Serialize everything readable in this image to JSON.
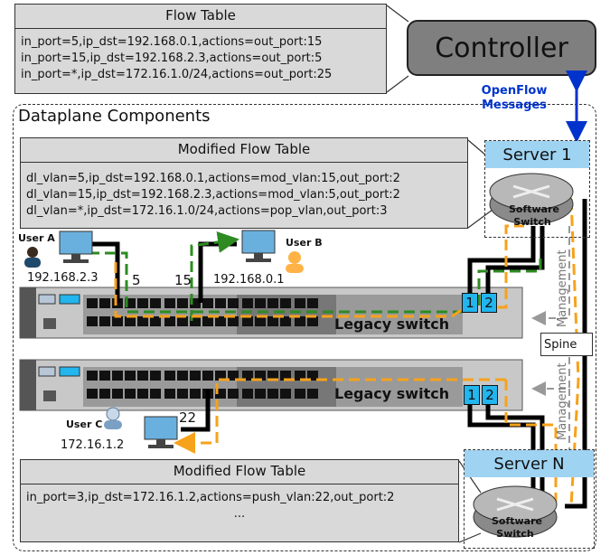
{
  "flow_table": {
    "title": "Flow Table",
    "rules": [
      "in_port=5,ip_dst=192.168.0.1,actions=out_port:15",
      "in_port=15,ip_dst=192.168.2.3,actions=out_port:5",
      "in_port=*,ip_dst=172.16.1.0/24,actions=out_port:25"
    ]
  },
  "controller": {
    "label": "Controller"
  },
  "openflow": {
    "line1": "OpenFlow",
    "line2": "Messages",
    "color": "#0033cc"
  },
  "dataplane": {
    "title": "Dataplane Components"
  },
  "modified_flow_table_top": {
    "title": "Modified Flow Table",
    "rules": [
      "dl_vlan=5,ip_dst=192.168.0.1,actions=mod_vlan:15,out_port:2",
      "dl_vlan=15,ip_dst=192.168.2.3,actions=mod_vlan:5,out_port:2",
      "dl_vlan=*,ip_dst=172.16.1.0/24,actions=pop_vlan,out_port:3"
    ]
  },
  "modified_flow_table_bottom": {
    "title": "Modified Flow Table",
    "rules": [
      "in_port=3,ip_dst=172.16.1.2,actions=push_vlan:22,out_port:2",
      "..."
    ]
  },
  "server1": {
    "title": "Server 1",
    "switch_label_1": "Software",
    "switch_label_2": "Switch"
  },
  "serverN": {
    "title": "Server N",
    "switch_label_1": "Software",
    "switch_label_2": "Switch"
  },
  "users": {
    "a": {
      "name": "User A",
      "ip": "192.168.2.3",
      "port": "5"
    },
    "b": {
      "name": "User B",
      "ip": "192.168.0.1",
      "port": "15"
    },
    "c": {
      "name": "User C",
      "ip": "172.16.1.2",
      "port": "22"
    }
  },
  "switch_top": {
    "label": "Legacy switch",
    "port1": "1",
    "port2": "2"
  },
  "switch_bottom": {
    "label": "Legacy switch",
    "port1": "1",
    "port2": "2"
  },
  "spine": {
    "label": "Spine"
  },
  "management": {
    "label_top": "Management",
    "label_bottom": "Management"
  },
  "colors": {
    "path_orange": "#f7a21b",
    "path_green": "#2e8b22",
    "port_blue": "#22b5ee",
    "server_head": "#9fd3f2"
  }
}
